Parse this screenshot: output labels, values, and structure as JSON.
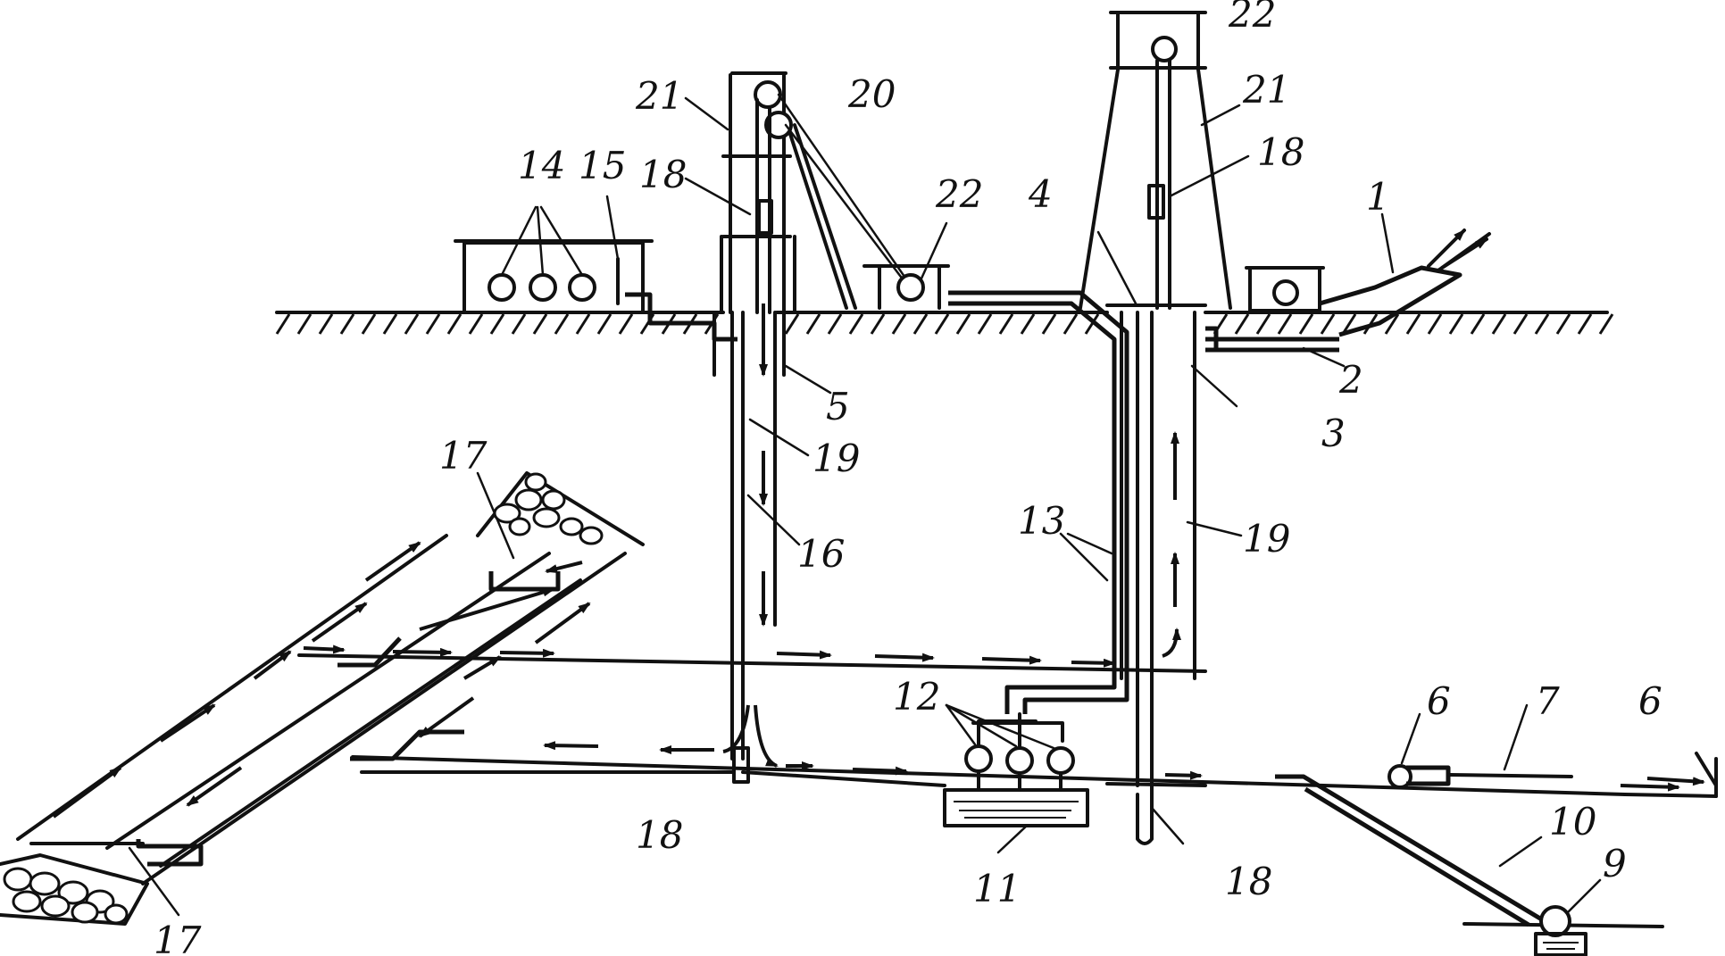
{
  "labels": {
    "l1": "1",
    "l2": "2",
    "l3": "3",
    "l4": "4",
    "l5": "5",
    "l6a": "6",
    "l6b": "6",
    "l7": "7",
    "l9": "9",
    "l10": "10",
    "l11": "11",
    "l12": "12",
    "l13": "13",
    "l14": "14",
    "l15": "15",
    "l16": "16",
    "l17a": "17",
    "l17b": "17",
    "l18a": "18",
    "l18b": "18",
    "l18c": "18",
    "l18d": "18",
    "l19a": "19",
    "l19b": "19",
    "l20": "20",
    "l21a": "21",
    "l21b": "21",
    "l22a": "22",
    "l22b": "22"
  }
}
